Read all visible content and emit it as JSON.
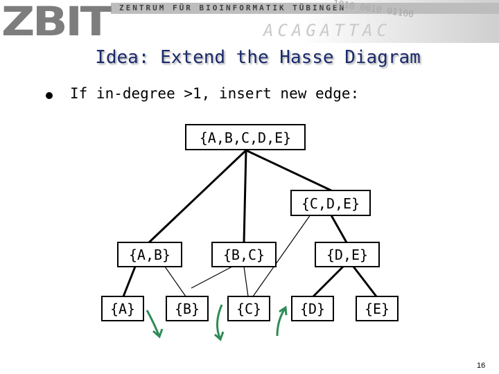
{
  "header": {
    "logo": "ZBIT",
    "institution": "ZENTRUM FÜR BIOINFORMATIK TÜBINGEN",
    "decoration_sequence": "ACAGATTAC",
    "decoration_binary": "1010 0010 01100"
  },
  "slide": {
    "title": "Idea: Extend the Hasse Diagram",
    "bullet": "If in-degree >1, insert new edge:",
    "page_number": "16"
  },
  "diagram": {
    "nodes": {
      "ABCDE": "{A,B,C,D,E}",
      "CDE": "{C,D,E}",
      "AB": "{A,B}",
      "BC": "{B,C}",
      "DE": "{D,E}",
      "A": "{A}",
      "B": "{B}",
      "C": "{C}",
      "D": "{D}",
      "E": "{E}"
    },
    "edges": [
      [
        "ABCDE",
        "AB"
      ],
      [
        "ABCDE",
        "BC"
      ],
      [
        "ABCDE",
        "CDE"
      ],
      [
        "CDE",
        "DE"
      ],
      [
        "AB",
        "A"
      ],
      [
        "DE",
        "D"
      ],
      [
        "DE",
        "E"
      ]
    ],
    "thin_edges": [
      [
        "AB",
        "B"
      ],
      [
        "BC",
        "B"
      ],
      [
        "BC",
        "C"
      ],
      [
        "CDE",
        "C"
      ]
    ],
    "curved_arrows": [
      "A",
      "C",
      "D"
    ],
    "colors": {
      "arrow": "#2e8b57",
      "title": "#1a2a6b"
    }
  }
}
